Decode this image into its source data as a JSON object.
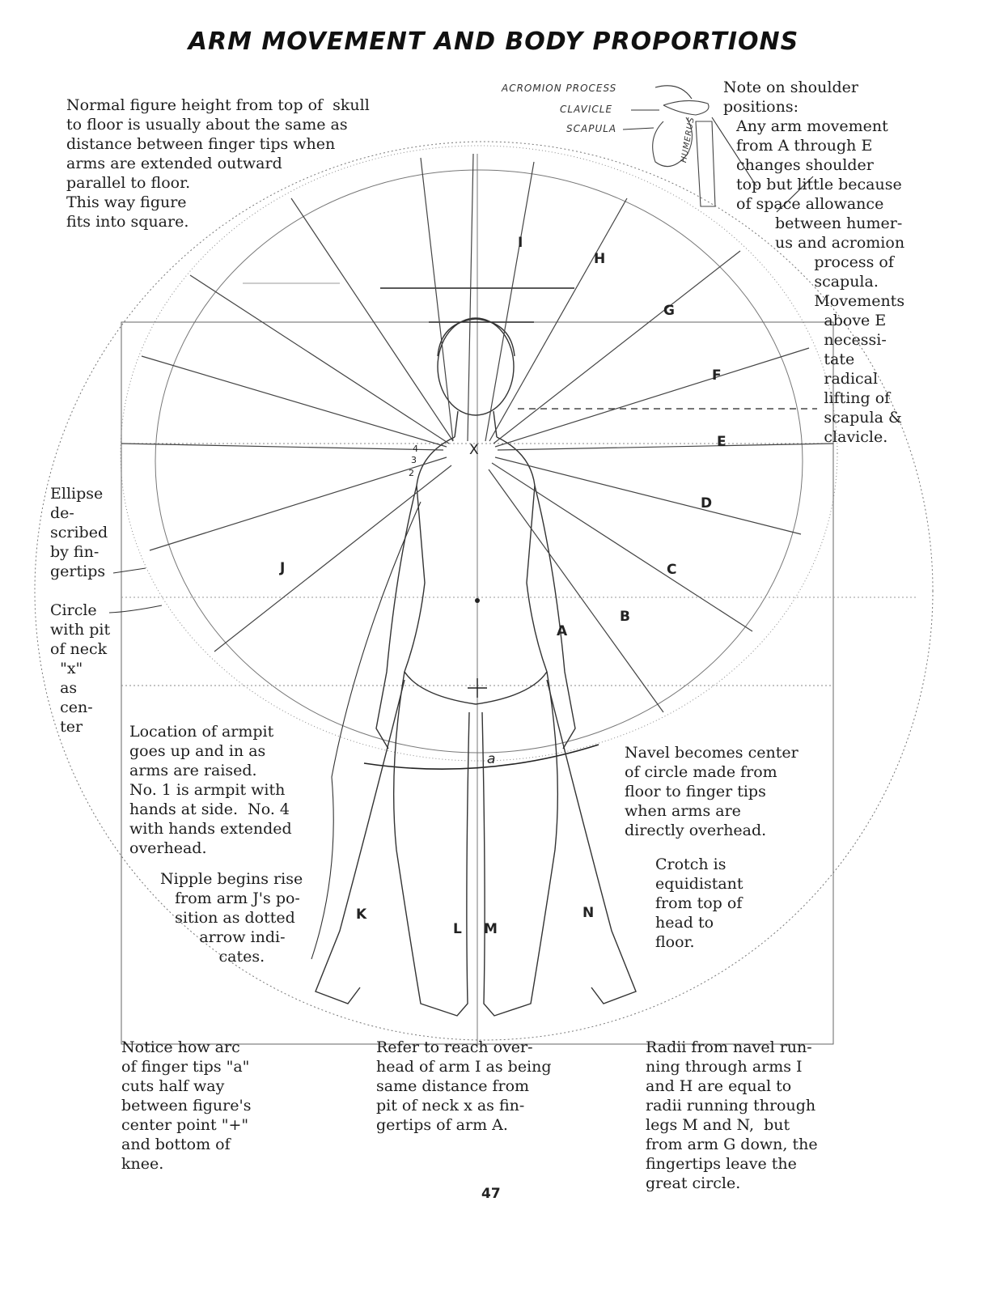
{
  "title": "ARM MOVEMENT AND BODY PROPORTIONS",
  "notes": {
    "figure_height": "Normal figure height from top of  skull\nto floor is usually about the same as\ndistance between finger tips when\narms are extended outward\nparallel to floor.\nThis way figure\nfits into square.",
    "shoulder_head": "Note on shoulder\npositions:",
    "shoulder_body": "Any arm movement\nfrom A through E\nchanges shoulder\ntop but little because\nof space allowance",
    "shoulder_tail": "between humer-\nus and acromion\n        process of\n        scapula.\n        Movements\n          above E\n          necessi-\n          tate\n          radical\n          lifting of\n          scapula &\n          clavicle.",
    "ellipse": "Ellipse\nde-\nscribed\nby fin-\ngertips",
    "circle": "Circle\nwith pit\nof neck\n  \"x\"\n  as\n  cen-\n  ter",
    "armpit": "Location of armpit\ngoes up and in as\narms are raised.\nNo. 1 is armpit with\nhands at side.  No. 4\nwith hands extended\noverhead.",
    "nipple": "Nipple begins rise\n   from arm J's po-\n   sition as dotted\n        arrow indi-\n            cates.",
    "navel": "Navel becomes center\nof circle made from\nfloor to finger tips\nwhen arms are\ndirectly overhead.",
    "crotch": "Crotch is\nequidistant\nfrom top of\nhead to\nfloor.",
    "arc": "Notice how arc\nof finger tips \"a\"\ncuts half way\nbetween figure's\ncenter point \"+\"\nand bottom of\nknee.",
    "reach": "Refer to reach over-\nhead of arm I as being\nsame distance from\npit of neck x as fin-\ngertips of arm A.",
    "radii": "Radii from navel run-\nning through arms I\nand H are equal to\nradii running through\nlegs M and N,  but\nfrom arm G down, the\nfingertips leave the\ngreat circle."
  },
  "anatomy_labels": {
    "acromion": "ACROMION PROCESS",
    "clavicle": "CLAVICLE",
    "scapula": "SCAPULA",
    "humerus": "HUMERUS"
  },
  "arm_labels": [
    "A",
    "B",
    "C",
    "D",
    "E",
    "F",
    "G",
    "H",
    "I",
    "J"
  ],
  "leg_labels": [
    "K",
    "L",
    "M",
    "N"
  ],
  "armpit_numbers": [
    "4",
    "3",
    "2"
  ],
  "center_marks": {
    "neck_pit": "X",
    "arc": "a"
  },
  "page_number": "47"
}
